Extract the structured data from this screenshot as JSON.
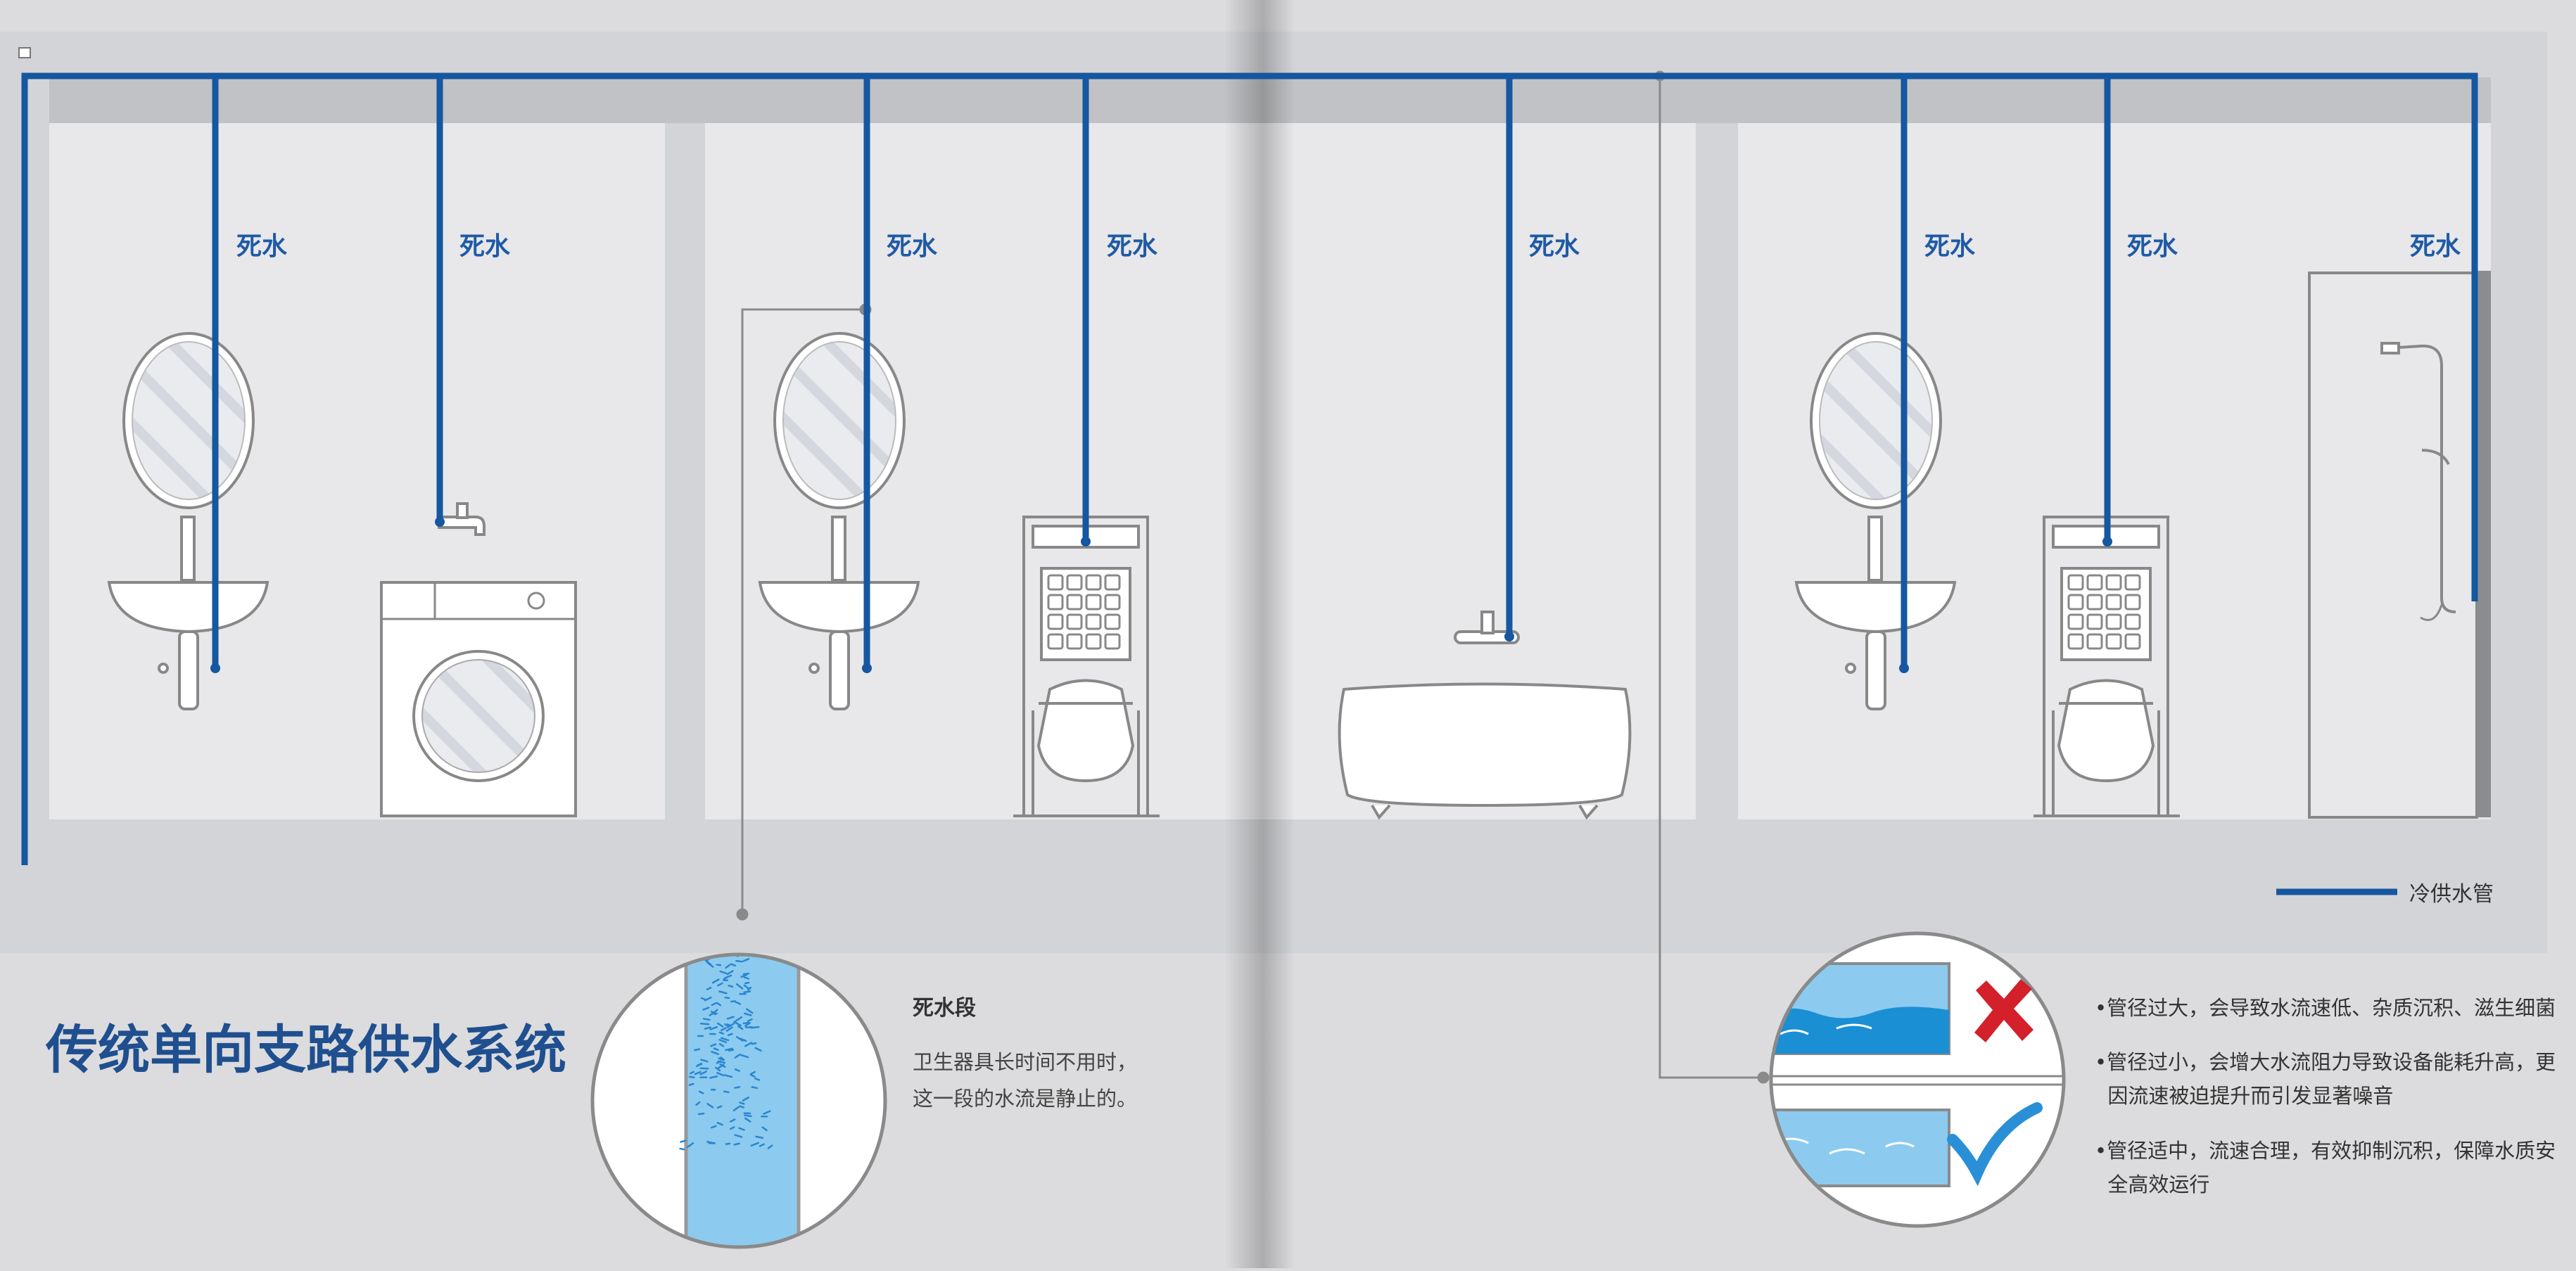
{
  "title": "传统单向支路供水系统",
  "dead_water_label": "死水",
  "legend": {
    "label": "冷供水管",
    "line_color": "#1557a0"
  },
  "callout_left": {
    "heading": "死水段",
    "lines": [
      "卫生器具长时间不用时，",
      "这一段的水流是静止的。"
    ]
  },
  "callout_right": {
    "bullets": [
      [
        "•管径过大，会导致水流速低、杂质沉积、滋生细菌"
      ],
      [
        "•管径过小，会增大水流阻力导致设备能耗升高，更",
        "  因流速被迫提升而引发显著噪音"
      ],
      [
        "•管径适中，流速合理，有效抑制沉积，保障水质安",
        "  全高效运行"
      ]
    ]
  },
  "colors": {
    "pipe": "#1557a0",
    "title": "#1f4f8f",
    "wrong": "#d3202a",
    "right": "#2a8fd6",
    "water": "#8ccbef"
  }
}
